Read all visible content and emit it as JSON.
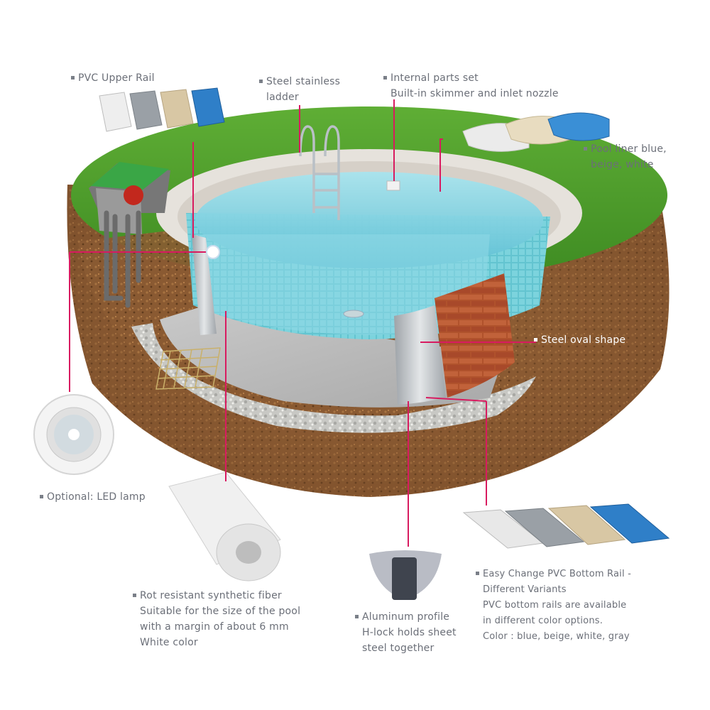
{
  "labels": {
    "pvc_upper_rail": [
      "PVC Upper Rail"
    ],
    "ladder": [
      "Steel stainless",
      "ladder"
    ],
    "internal_parts": [
      "Internal parts set",
      "Built-in skimmer and inlet nozzle"
    ],
    "pool_liner": [
      "Pool liner blue,",
      "beige, white"
    ],
    "steel_oval": [
      "Steel oval shape"
    ],
    "led_lamp": [
      "Optional: LED lamp"
    ],
    "fiber": [
      "Rot resistant synthetic fiber",
      "Suitable for the size of the pool",
      "with a margin of about 6 mm",
      "White color"
    ],
    "aluminum": [
      "Aluminum profile",
      "H-lock holds sheet",
      "steel together"
    ],
    "bottom_rail": [
      "Easy Change PVC Bottom Rail -",
      "Different Variants",
      "PVC bottom rails are available",
      "in different color options.",
      "Color : blue, beige, white, gray"
    ]
  },
  "colors": {
    "leader_line": "#d81b60",
    "label_text": "#6b6f78",
    "grass": "#4e9a2c",
    "soil": "#8a5a32",
    "water": "#7fd0e0",
    "rail_white": "#e8e8e8",
    "rail_gray": "#9aa0a6",
    "rail_beige": "#d8c7a4",
    "rail_blue": "#2f7fc8"
  }
}
